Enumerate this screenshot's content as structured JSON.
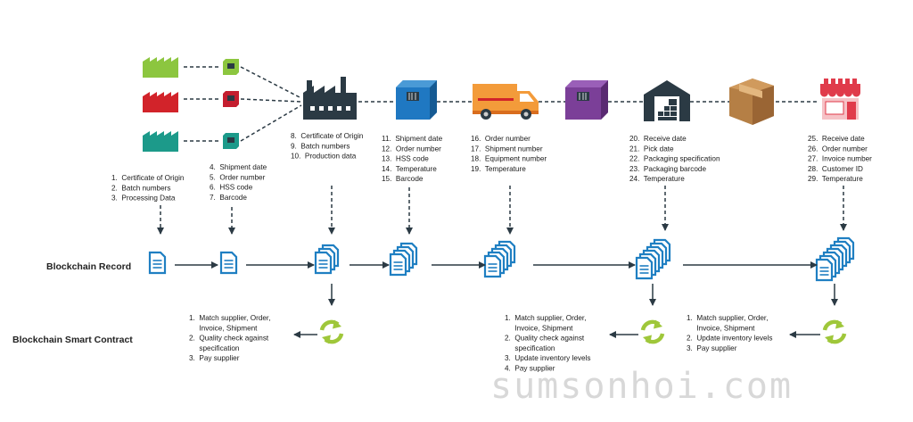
{
  "row_labels": {
    "record": "Blockchain Record",
    "contract": "Blockchain Smart Contract"
  },
  "stages": [
    {
      "id": "raw-materials",
      "items": [
        "1.  Certificate of Origin",
        "2.  Batch numbers",
        "3.  Processing Data"
      ]
    },
    {
      "id": "components",
      "items": [
        "4.  Shipment date",
        "5.  Order number",
        "6.  HSS code",
        "7.  Barcode"
      ]
    },
    {
      "id": "factory",
      "items": [
        "8.  Certificate of Origin",
        "9.  Batch numbers",
        "10.  Production data"
      ]
    },
    {
      "id": "packaged-goods",
      "items": [
        "11.  Shipment date",
        "12.  Order number",
        "13.  HSS code",
        "14.  Temperature",
        "15.  Barcode"
      ]
    },
    {
      "id": "truck",
      "items": [
        "16.  Order number",
        "17.  Shipment number",
        "18.  Equipment number",
        "19.  Temperature"
      ]
    },
    {
      "id": "warehouse",
      "items": [
        "20.  Receive date",
        "21.  Pick date",
        "22.  Packaging specification",
        "23.  Packaging barcode",
        "24.  Temperature"
      ]
    },
    {
      "id": "store",
      "items": [
        "25.  Receive date",
        "26.  Order number",
        "27.  Invoice number",
        "28.  Customer ID",
        "29.  Temperature"
      ]
    }
  ],
  "smart_contracts": [
    {
      "id": "contract-1",
      "items": [
        "1.  Match supplier, Order,",
        "     Invoice, Shipment",
        "2.  Quality check against",
        "     specification",
        "3.  Pay supplier"
      ]
    },
    {
      "id": "contract-2",
      "items": [
        "1.  Match supplier, Order,",
        "     Invoice, Shipment",
        "2.  Quality check against",
        "     specification",
        "3.  Update inventory levels",
        "4.  Pay supplier"
      ]
    },
    {
      "id": "contract-3",
      "items": [
        "1.  Match supplier, Order,",
        "     Invoice, Shipment",
        "2.  Update inventory levels",
        "3.  Pay supplier"
      ]
    }
  ],
  "watermark": "sumsonhoi.com",
  "colors": {
    "doc_blue": "#1f7fc2",
    "cycle_green": "#9fc73a",
    "factory_lime": "#8cc63f",
    "factory_red": "#d2232a",
    "factory_teal": "#1c9a8a",
    "cube_blue": "#1f78c2",
    "cube_purple": "#7b3f98",
    "truck_orange": "#f39b3a",
    "store_red": "#e03b4b",
    "box_brown": "#b57f45",
    "dark": "#2b3a44"
  }
}
